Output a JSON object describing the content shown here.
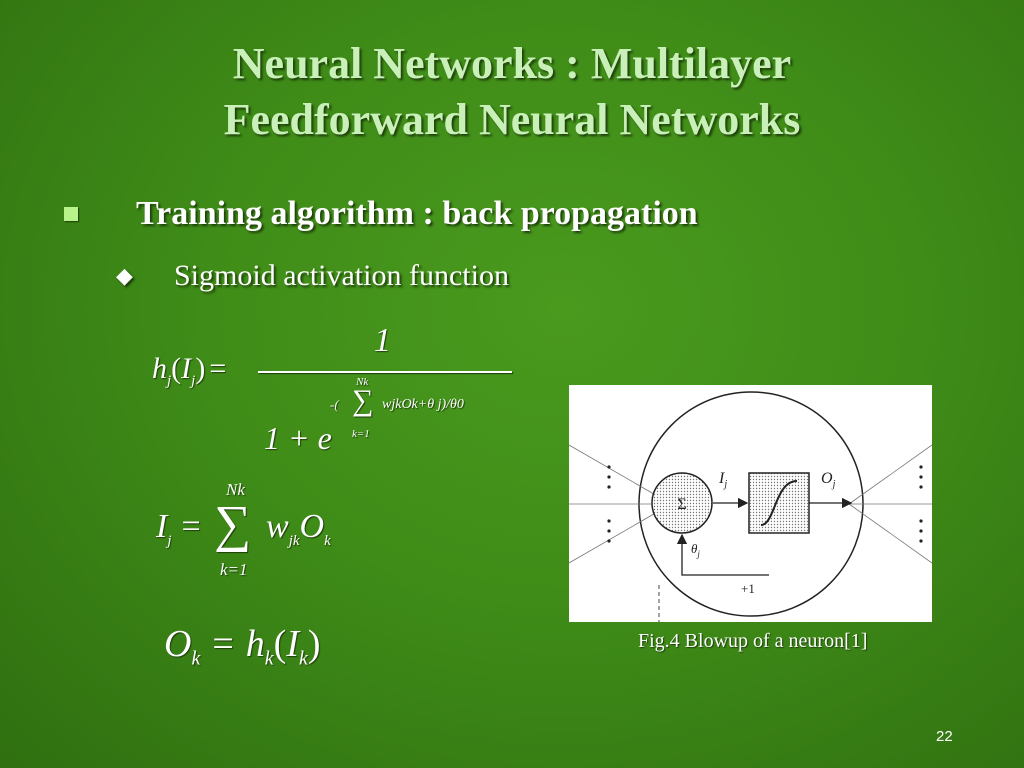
{
  "slide": {
    "title_line1": "Neural Networks : Multilayer",
    "title_line2": "Feedforward Neural Networks",
    "bullet1": "Training algorithm : back propagation",
    "bullet2": "Sigmoid activation function",
    "page_number": "22"
  },
  "equations": {
    "eq1": {
      "lhs_h": "h",
      "lhs_sub": "j",
      "lhs_open": "(",
      "lhs_I": "I",
      "lhs_I_sub": "j",
      "lhs_close": ")",
      "equals": "=",
      "numerator": "1",
      "denominator_base": "1 + e",
      "exp_prefix": "-(",
      "exp_sum_top": "Nk",
      "exp_sum_bottom": "k=1",
      "exp_body": "wjkOk+θ j)/θ0"
    },
    "eq2": {
      "lhs": "I",
      "lhs_sub": "j",
      "equals": "=",
      "sum_top": "Nk",
      "sum_bottom": "k=1",
      "w": "w",
      "w_sub": "jk",
      "O": "O",
      "O_sub": "k"
    },
    "eq3": {
      "O": "O",
      "O_sub": "k",
      "equals": "=",
      "h": "h",
      "h_sub": "k",
      "open": "(",
      "I": "I",
      "I_sub": "k",
      "close": ")"
    }
  },
  "figure": {
    "caption": "Fig.4 Blowup of a neuron[1]",
    "labels": {
      "sum": "Σ",
      "input": "I",
      "input_sub": "j",
      "output": "O",
      "output_sub": "j",
      "theta": "θ",
      "theta_sub": "j",
      "bias": "+1"
    }
  }
}
